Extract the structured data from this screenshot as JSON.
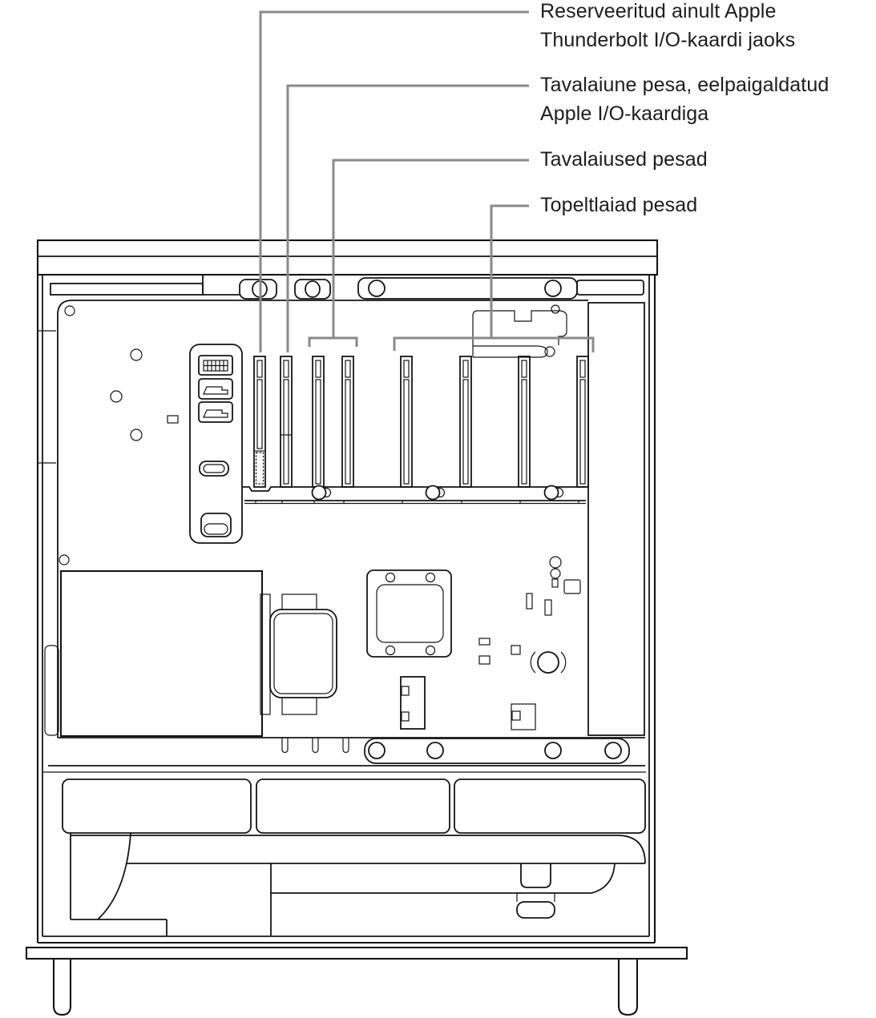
{
  "callouts": [
    {
      "id": "thunderbolt-reserved",
      "label": "Reserveeritud ainult Apple\nThunderbolt I/O-kaardi jaoks"
    },
    {
      "id": "standard-preinstalled",
      "label": "Tavalaiune pesa, eelpaigaldatud\nApple I/O-kaardiga"
    },
    {
      "id": "standard-width-slots",
      "label": "Tavalaiused pesad"
    },
    {
      "id": "double-wide-slots",
      "label": "Topeltlaiad pesad"
    }
  ],
  "colors": {
    "ink": "#1d1d1f",
    "outline": "#141414",
    "line-gray": "#8a8a8a",
    "bg": "#ffffff"
  }
}
